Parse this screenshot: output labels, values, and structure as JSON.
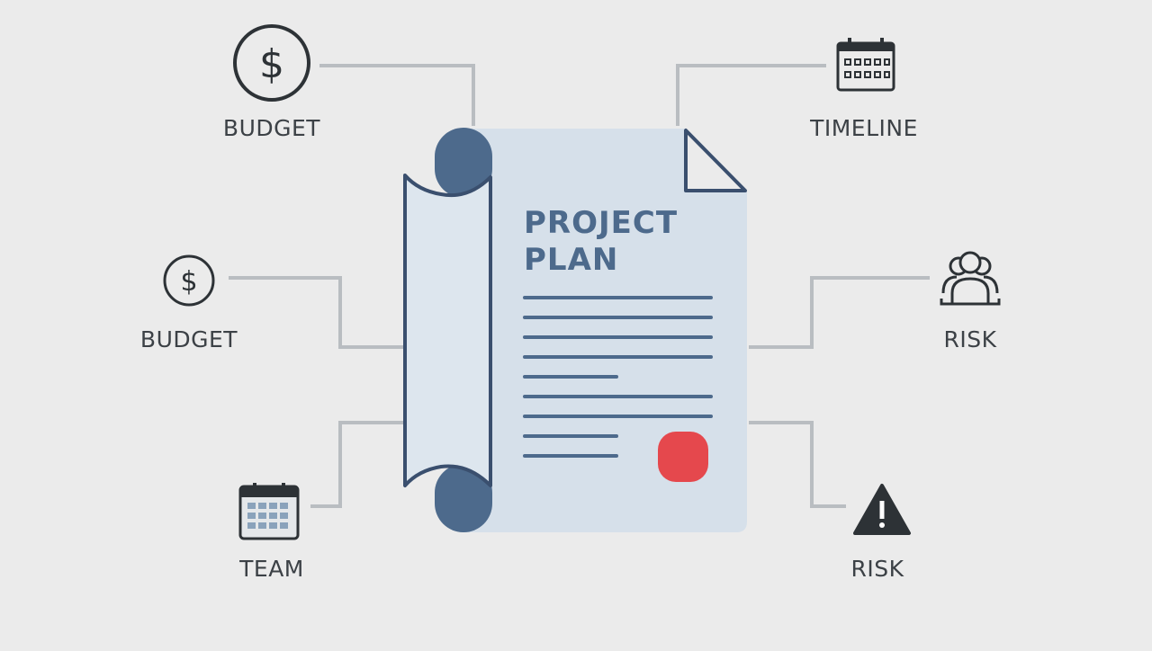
{
  "document": {
    "title_line1": "PROJECT",
    "title_line2": "PLAN",
    "text_lines": 9,
    "seal_color": "#e5484d"
  },
  "colors": {
    "background": "#ebebeb",
    "paper": "#d6e0ea",
    "scroll_dark": "#4d6a8c",
    "outline": "#3a4f6e",
    "connector": "#b9bdc1",
    "icon": "#2d3236"
  },
  "nodes": {
    "top_left": {
      "label": "BUDGET",
      "icon": "dollar-icon"
    },
    "mid_left": {
      "label": "BUDGET",
      "icon": "dollar-icon"
    },
    "bottom_left": {
      "label": "TEAM",
      "icon": "calendar-icon"
    },
    "top_right": {
      "label": "TIMELINE",
      "icon": "calendar-icon"
    },
    "mid_right": {
      "label": "RISK",
      "icon": "team-icon"
    },
    "bottom_right": {
      "label": "RISK",
      "icon": "warning-icon"
    }
  }
}
